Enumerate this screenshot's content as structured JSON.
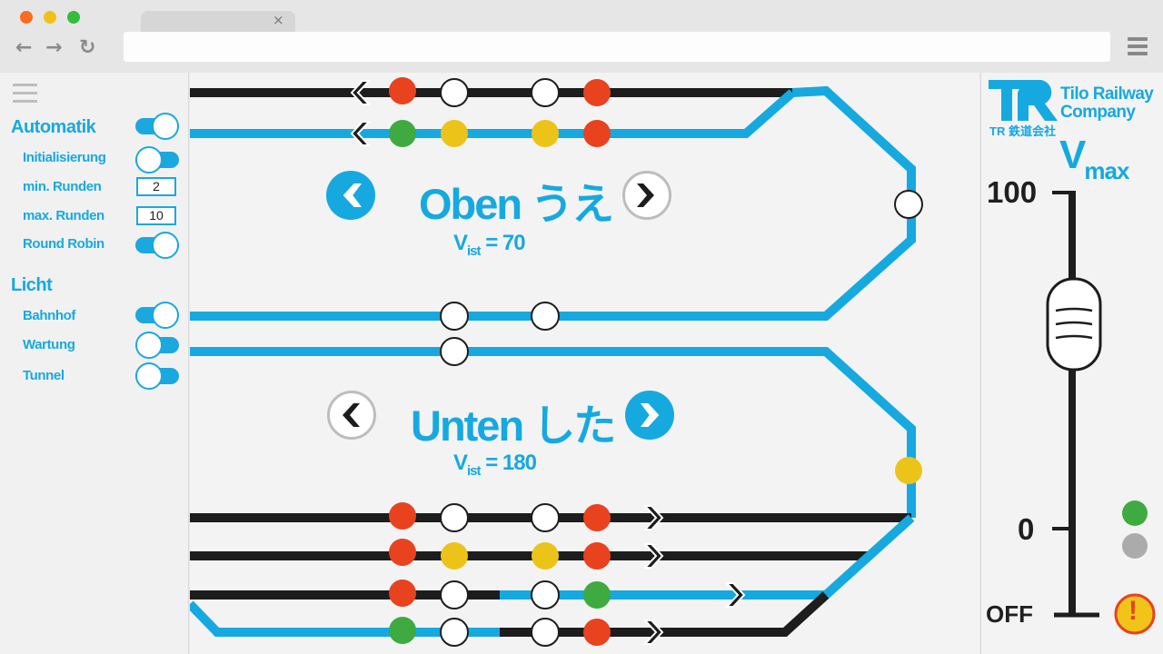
{
  "sidebar": {
    "sections": {
      "automatik": "Automatik",
      "licht": "Licht"
    },
    "items": {
      "initialisierung": "Initialisierung",
      "min_runden": "min. Runden",
      "max_runden": "max. Runden",
      "round_robin": "Round Robin",
      "bahnhof": "Bahnhof",
      "wartung": "Wartung",
      "tunnel": "Tunnel"
    },
    "values": {
      "min_runden": "2",
      "max_runden": "10"
    },
    "toggles": {
      "automatik": "on",
      "initialisierung": "off",
      "round_robin": "on",
      "bahnhof": "on",
      "wartung": "off",
      "tunnel": "off"
    }
  },
  "oben": {
    "title": "Oben うえ",
    "vist_label": "V",
    "vist_sub": "ist",
    "vist_value": "= 70"
  },
  "unten": {
    "title": "Unten した",
    "vist_label": "V",
    "vist_sub": "ist",
    "vist_value": "= 180"
  },
  "right_panel": {
    "logo_mark": "TR",
    "company_line1": "Tilo Railway",
    "company_line2": "Company",
    "company_sub": "TR 鉄道会社",
    "vmax_label": "V",
    "vmax_sub": "max",
    "scale_max": "100",
    "scale_zero": "0",
    "scale_off": "OFF",
    "warning_glyph": "!"
  },
  "colors": {
    "track_active": "#16a9df",
    "track_idle": "#1d1d1d",
    "signal_red": "#e8421f",
    "signal_green": "#3faa3f",
    "signal_yellow": "#ecc419",
    "signal_white": "#ffffff",
    "signal_grey": "#ababab",
    "warning": "#f0c419"
  },
  "icons": {
    "browser_back": "←",
    "browser_forward": "→",
    "browser_reload": "↻",
    "tab_close": "×"
  }
}
